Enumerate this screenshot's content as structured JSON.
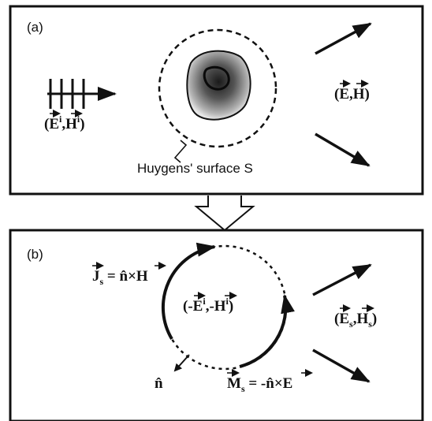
{
  "panel_a": {
    "label": "(a)",
    "incident_field": {
      "open": "(",
      "e": "E",
      "sup_e": "i",
      "comma": ",",
      "h": "H",
      "sup_h": "i",
      "close": ")"
    },
    "total_field": {
      "text_open": "(",
      "e": "E",
      "comma": ",",
      "h": "H",
      "close": ")"
    },
    "surface_label": "Huygens' surface S"
  },
  "panel_b": {
    "label": "(b)",
    "electric_current": {
      "j": "J",
      "sub": "s",
      "eq": " = ",
      "rhs": "n̂×H"
    },
    "interior_field": {
      "open": "(-",
      "e": "E",
      "sup_e": "i",
      "mid": ",-",
      "h": "H",
      "sup_h": "i",
      "close": ")"
    },
    "scattered_field": {
      "open": "(",
      "e": "E",
      "sub_e": "s",
      "comma": ",",
      "h": "H",
      "sub_h": "s",
      "close": ")"
    },
    "normal": "n̂",
    "magnetic_current": {
      "m": "M",
      "sub": "s",
      "eq": " = -",
      "rhs": "n̂×E"
    }
  }
}
